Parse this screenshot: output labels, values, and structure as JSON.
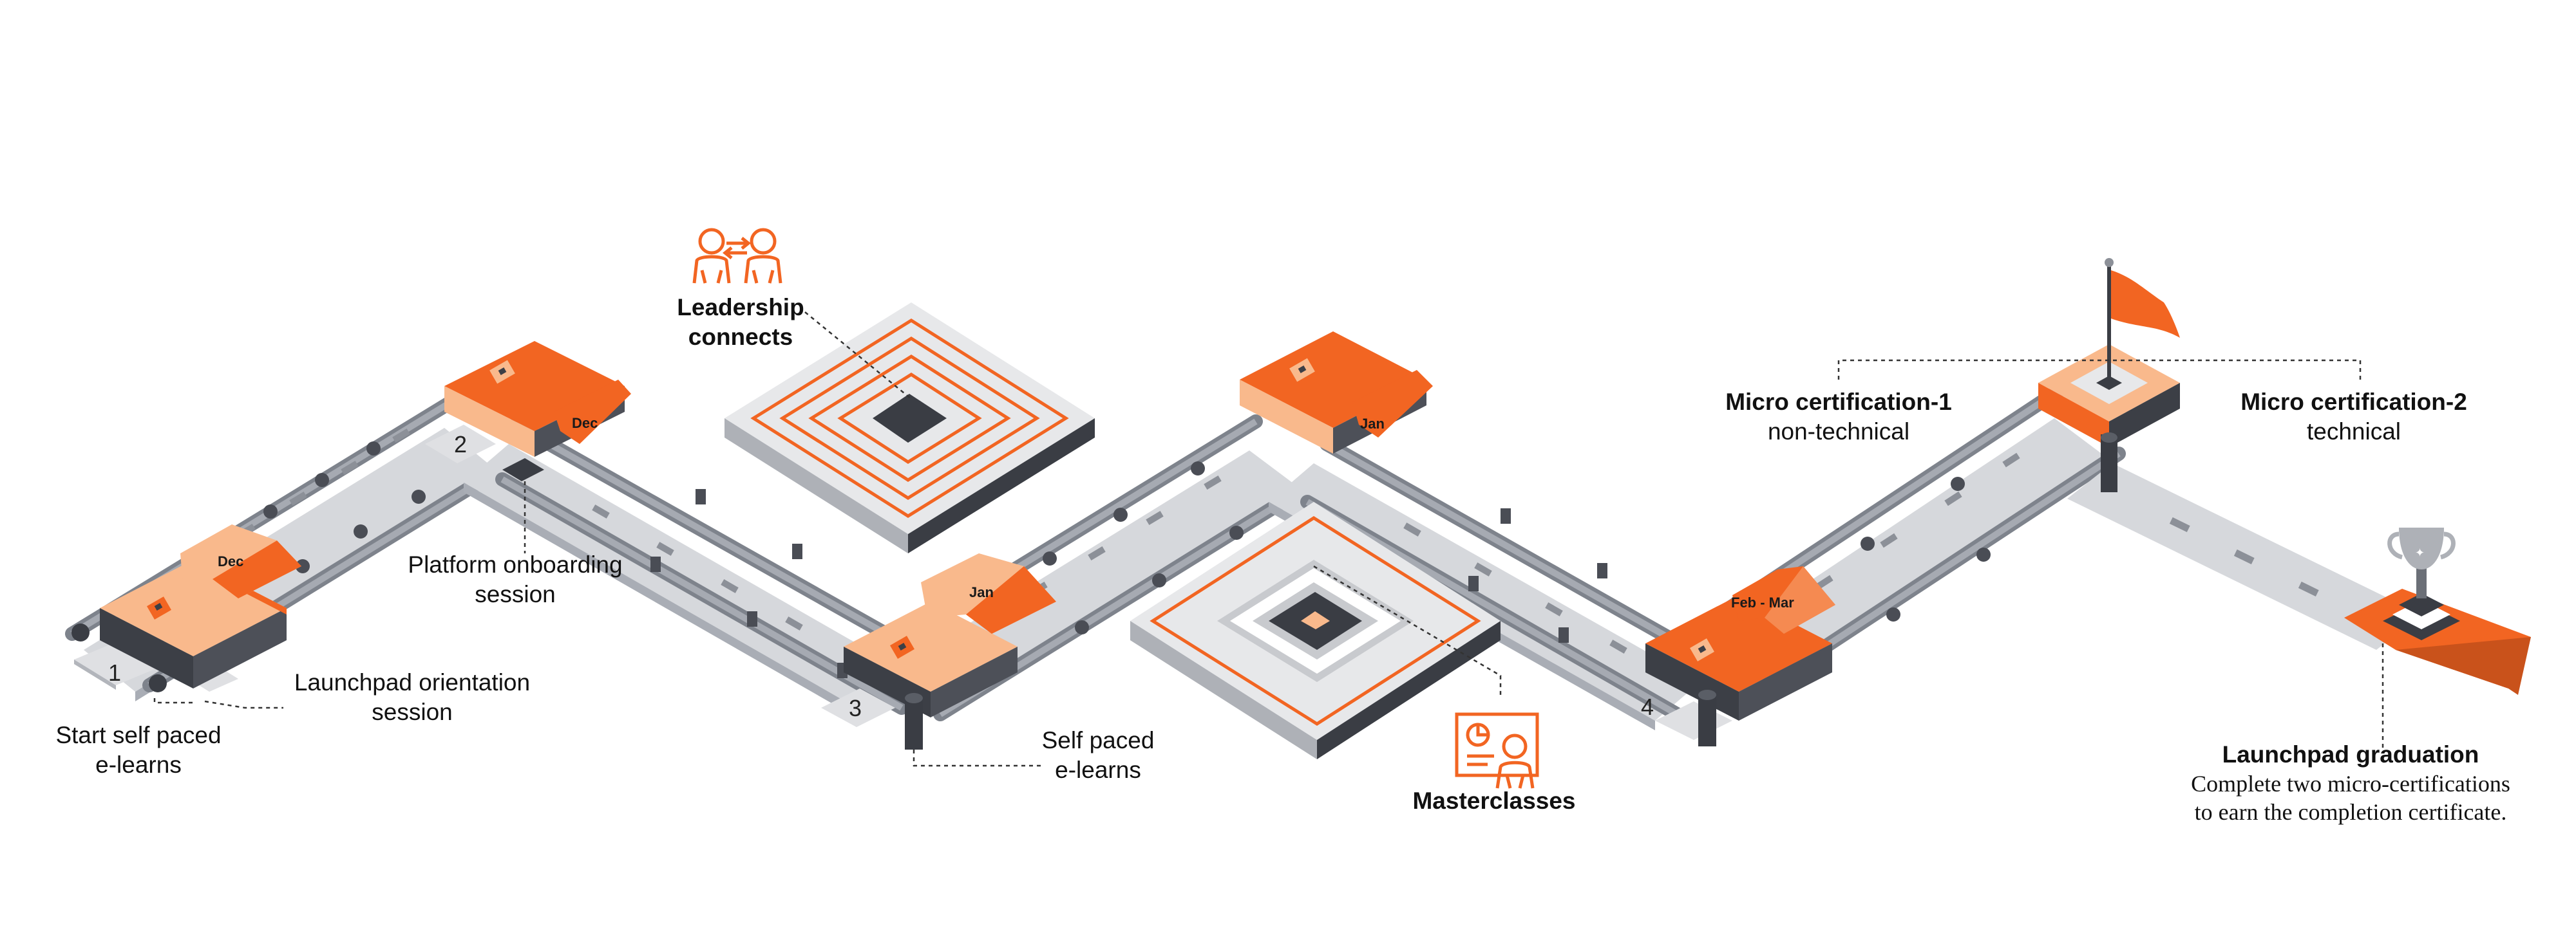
{
  "steps": [
    {
      "number": "1",
      "label_line1": "Start self paced",
      "label_line2": "e-learns"
    },
    {
      "number": "2",
      "label_line1": "Platform onboarding",
      "label_line2": "session"
    },
    {
      "number": "3",
      "label_line1": "Self paced",
      "label_line2": "e-learns"
    },
    {
      "number": "4"
    }
  ],
  "orientation": {
    "line1": "Launchpad orientation",
    "line2": "session"
  },
  "months": [
    "Dec",
    "Dec",
    "Jan",
    "Jan",
    "Feb - Mar"
  ],
  "leadership": {
    "title_line1": "Leadership",
    "title_line2": "connects"
  },
  "masterclasses": {
    "title": "Masterclasses"
  },
  "cert1": {
    "title": "Micro certification-1",
    "subtitle": "non-technical"
  },
  "cert2": {
    "title": "Micro certification-2",
    "subtitle": "technical"
  },
  "graduation": {
    "title": "Launchpad graduation",
    "line1": "Complete two micro-certifications",
    "line2": "to earn the completion certificate."
  },
  "colors": {
    "orange": "#f26522",
    "peach": "#f9b98c",
    "road": "#d4d6da",
    "pipe": "#8f939b",
    "dark": "#3a3d44",
    "icon": "#f26522"
  }
}
